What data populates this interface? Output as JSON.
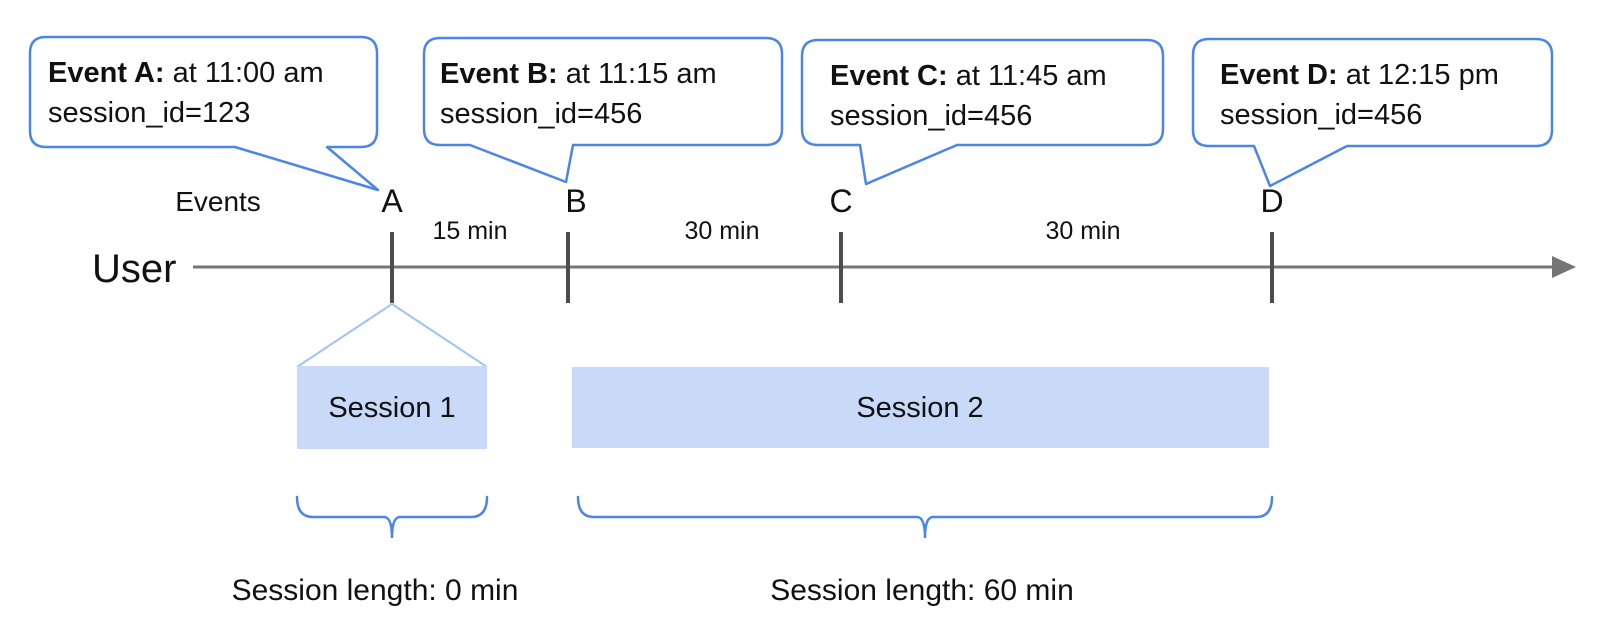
{
  "diagram": {
    "user_label": "User",
    "events_label": "Events",
    "bubbles": [
      {
        "title": "Event A:",
        "time": " at 11:00 am",
        "session": "session_id=123"
      },
      {
        "title": "Event B:",
        "time": " at 11:15 am",
        "session": "session_id=456"
      },
      {
        "title": "Event C:",
        "time": " at 11:45 am",
        "session": "session_id=456"
      },
      {
        "title": "Event D:",
        "time": " at 12:15 pm",
        "session": "session_id=456"
      }
    ],
    "markers": [
      "A",
      "B",
      "C",
      "D"
    ],
    "intervals": [
      "15 min",
      "30 min",
      "30 min"
    ],
    "sessions": [
      {
        "label": "Session 1",
        "length": "Session length: 0 min"
      },
      {
        "label": "Session 2",
        "length": "Session length: 60 min"
      }
    ],
    "colors": {
      "accent_blue": "#4a86e8",
      "session_fill": "#c9daf8",
      "funnel_blue": "#a4c2f4",
      "timeline_gray": "#757575",
      "tick_gray": "#4d4d4d",
      "text_black": "#111111"
    }
  }
}
